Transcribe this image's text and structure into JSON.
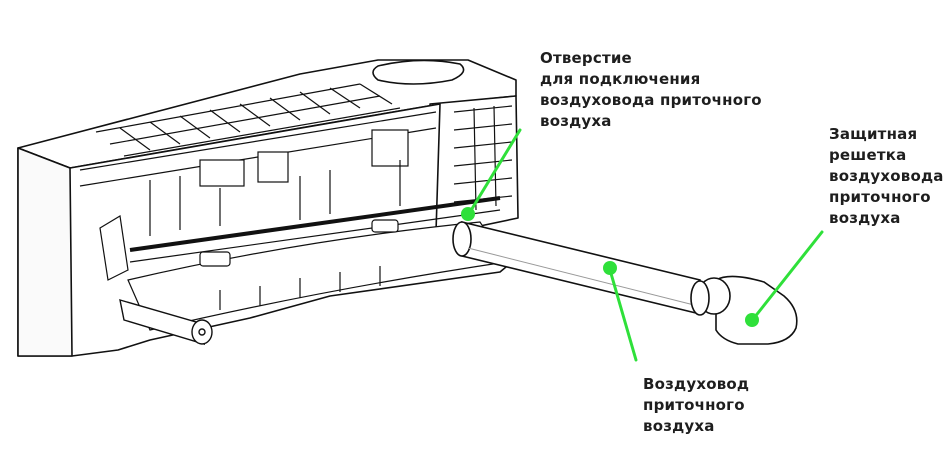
{
  "labels": {
    "inlet_hole": {
      "lines": [
        "Отверстие",
        "для подключения",
        "воздуховода приточного",
        "воздуха"
      ]
    },
    "grille": {
      "lines": [
        "Защитная",
        "решетка",
        "воздуховода",
        "приточного",
        "воздуха"
      ]
    },
    "duct": {
      "lines": [
        "Воздуховод",
        "приточного",
        "воздуха"
      ]
    }
  },
  "colors": {
    "leader": "#2fe03a",
    "outline": "#111111",
    "fill": "#ffffff",
    "shade": "#f2f2f2",
    "text": "#1e1e1e"
  }
}
